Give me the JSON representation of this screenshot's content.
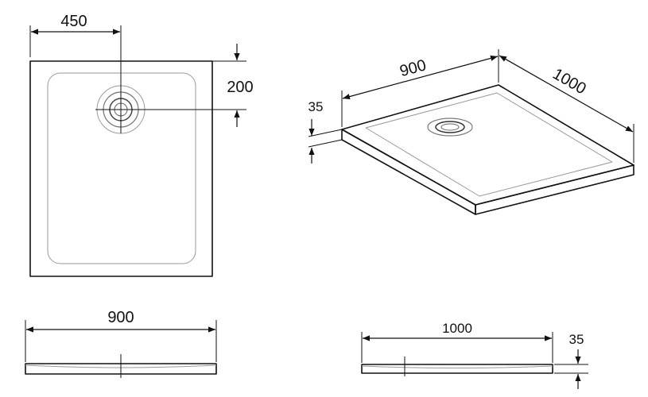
{
  "dimensions": {
    "top_view": {
      "drain_x": "450",
      "drain_y": "200"
    },
    "iso_view": {
      "width": "900",
      "depth": "1000",
      "height": "35"
    },
    "front_view": {
      "width": "900"
    },
    "side_view": {
      "depth": "1000",
      "height": "35"
    }
  },
  "colors": {
    "line": "#111111",
    "inner_edge": "#9a9a9a",
    "background": "#ffffff"
  }
}
